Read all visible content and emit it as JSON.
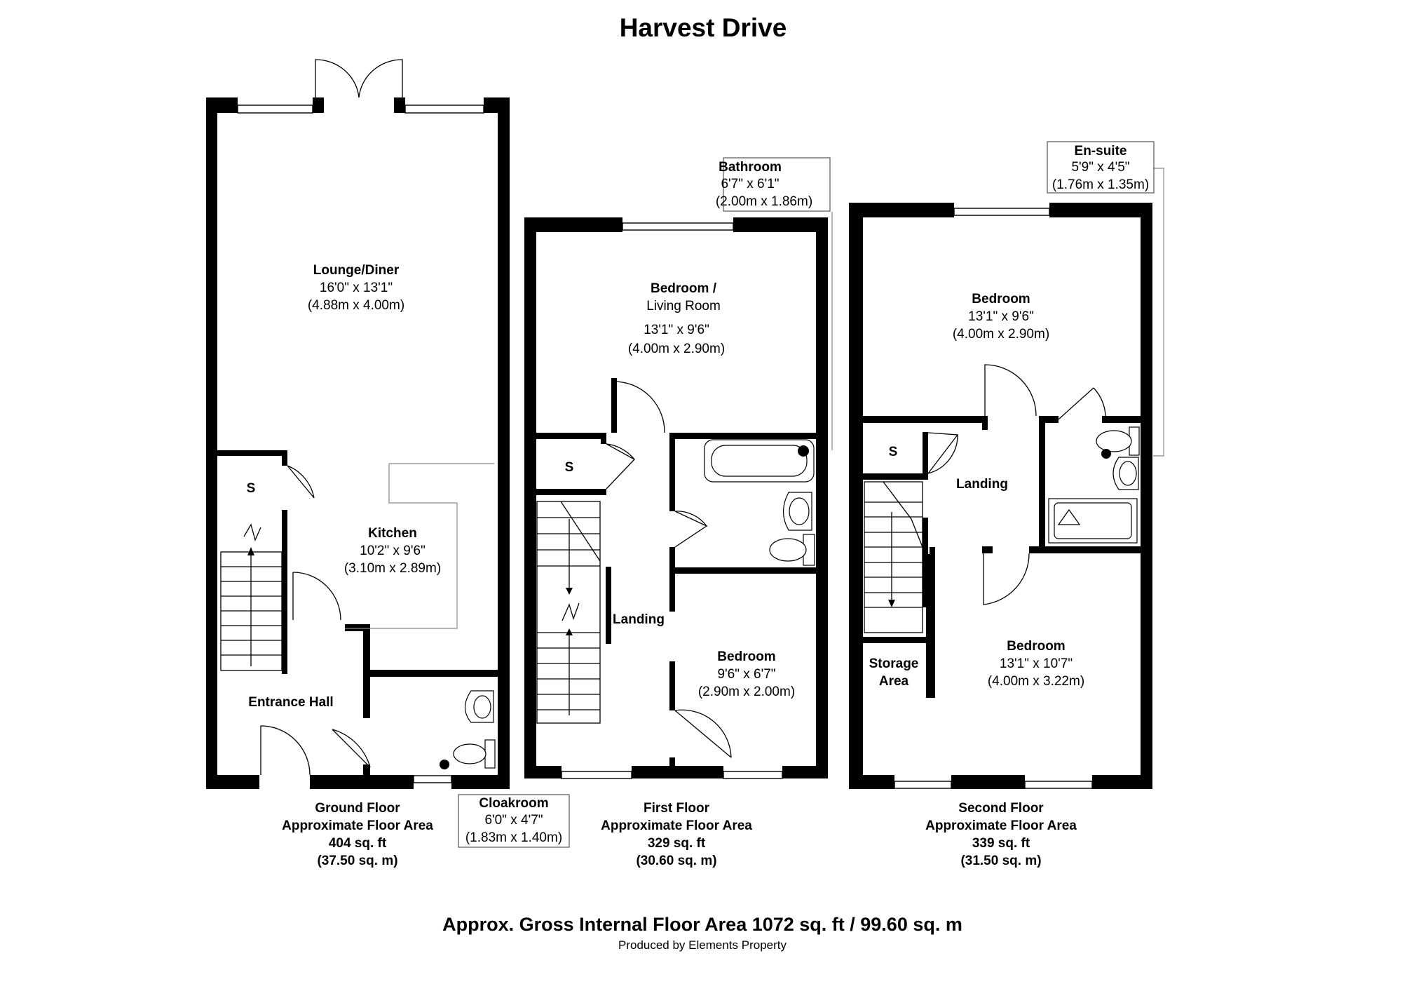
{
  "title": "Harvest Drive",
  "floors": {
    "ground": {
      "name": "Ground Floor",
      "area_label": "Approximate Floor Area",
      "sqft": "404 sq. ft",
      "sqm": "(37.50 sq. m)",
      "rooms": {
        "lounge": {
          "name": "Lounge/Diner",
          "imperial": "16'0\" x 13'1\"",
          "metric": "(4.88m x 4.00m)"
        },
        "kitchen": {
          "name": "Kitchen",
          "imperial": "10'2\" x 9'6\"",
          "metric": "(3.10m x 2.89m)"
        },
        "store": {
          "name": "S"
        },
        "entrance": {
          "name": "Entrance Hall"
        },
        "cloakroom": {
          "name": "Cloakroom",
          "imperial": "6'0\" x 4'7\"",
          "metric": "(1.83m x 1.40m)"
        }
      }
    },
    "first": {
      "name": "First Floor",
      "area_label": "Approximate Floor Area",
      "sqft": "329 sq. ft",
      "sqm": "(30.60 sq. m)",
      "rooms": {
        "bathroom": {
          "name": "Bathroom",
          "imperial": "6'7\" x 6'1\"",
          "metric": "(2.00m x 1.86m)"
        },
        "bedroom_living": {
          "name_line1": "Bedroom /",
          "name_line2": "Living Room",
          "imperial": "13'1\" x 9'6\"",
          "metric": "(4.00m x 2.90m)"
        },
        "store": {
          "name": "S"
        },
        "landing": {
          "name": "Landing"
        },
        "bedroom": {
          "name": "Bedroom",
          "imperial": "9'6\" x 6'7\"",
          "metric": "(2.90m x 2.00m)"
        }
      }
    },
    "second": {
      "name": "Second Floor",
      "area_label": "Approximate Floor Area",
      "sqft": "339 sq. ft",
      "sqm": "(31.50 sq. m)",
      "rooms": {
        "ensuite": {
          "name": "En-suite",
          "imperial": "5'9\" x 4'5\"",
          "metric": "(1.76m x 1.35m)"
        },
        "bedroom_top": {
          "name": "Bedroom",
          "imperial": "13'1\" x 9'6\"",
          "metric": "(4.00m x 2.90m)"
        },
        "store": {
          "name": "S"
        },
        "landing": {
          "name": "Landing"
        },
        "storage": {
          "name_line1": "Storage",
          "name_line2": "Area"
        },
        "bedroom_bottom": {
          "name": "Bedroom",
          "imperial": "13'1\" x 10'7\"",
          "metric": "(4.00m x 3.22m)"
        }
      }
    }
  },
  "gross_area": "Approx. Gross Internal Floor Area 1072 sq. ft / 99.60 sq. m",
  "producer": "Produced by Elements Property"
}
